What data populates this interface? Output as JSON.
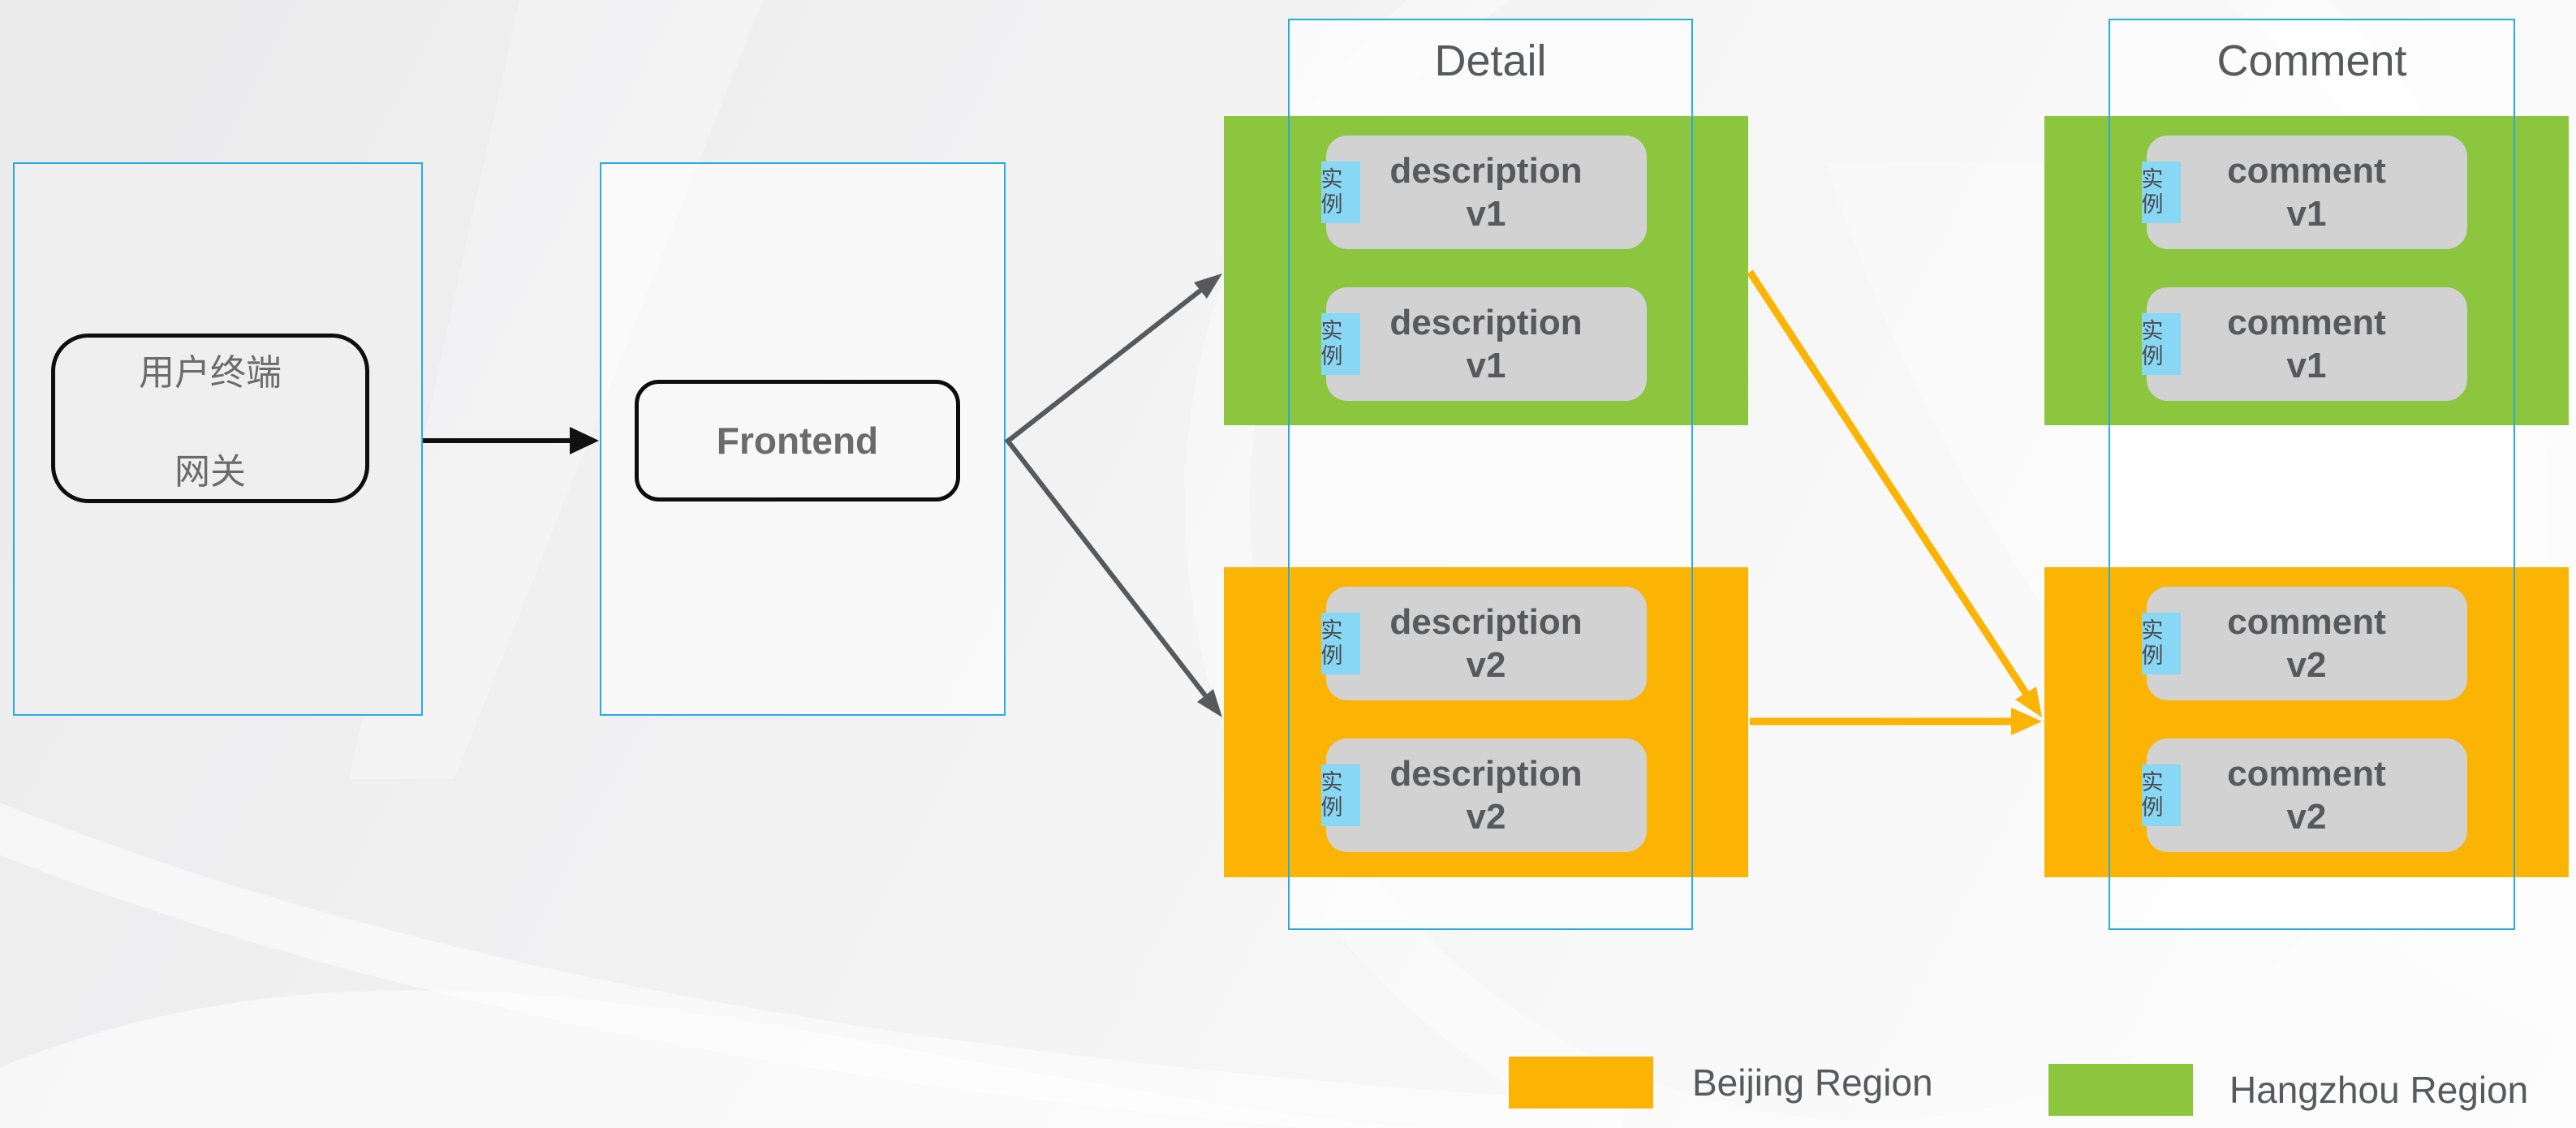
{
  "colors": {
    "beijing_orange": "#FBB404",
    "hangzhou_green": "#8CC63F",
    "column_border_blue": "#29ABE2",
    "instance_tag_blue": "#87D7F5",
    "instance_item_gray": "#D2D2D3",
    "arrow_black": "#111111",
    "arrow_gray": "#58595B",
    "arrow_yellow": "#FBB404",
    "text_gray": "#58595B"
  },
  "nodes": {
    "user_gateway": {
      "line1": "用户终端",
      "line2": "网关"
    },
    "frontend": {
      "label": "Frontend"
    }
  },
  "columns": {
    "detail": {
      "title": "Detail",
      "hangzhou": {
        "instances": [
          {
            "tag": "实例",
            "line1": "description",
            "line2": "v1"
          },
          {
            "tag": "实例",
            "line1": "description",
            "line2": "v1"
          }
        ]
      },
      "beijing": {
        "instances": [
          {
            "tag": "实例",
            "line1": "description",
            "line2": "v2"
          },
          {
            "tag": "实例",
            "line1": "description",
            "line2": "v2"
          }
        ]
      }
    },
    "comment": {
      "title": "Comment",
      "hangzhou": {
        "instances": [
          {
            "tag": "实例",
            "line1": "comment",
            "line2": "v1"
          },
          {
            "tag": "实例",
            "line1": "comment",
            "line2": "v1"
          }
        ]
      },
      "beijing": {
        "instances": [
          {
            "tag": "实例",
            "line1": "comment",
            "line2": "v2"
          },
          {
            "tag": "实例",
            "line1": "comment",
            "line2": "v2"
          }
        ]
      }
    }
  },
  "legend": {
    "beijing": {
      "label": "Beijing Region",
      "color": "#FBB404"
    },
    "hangzhou": {
      "label": "Hangzhou Region",
      "color": "#8CC63F"
    }
  }
}
